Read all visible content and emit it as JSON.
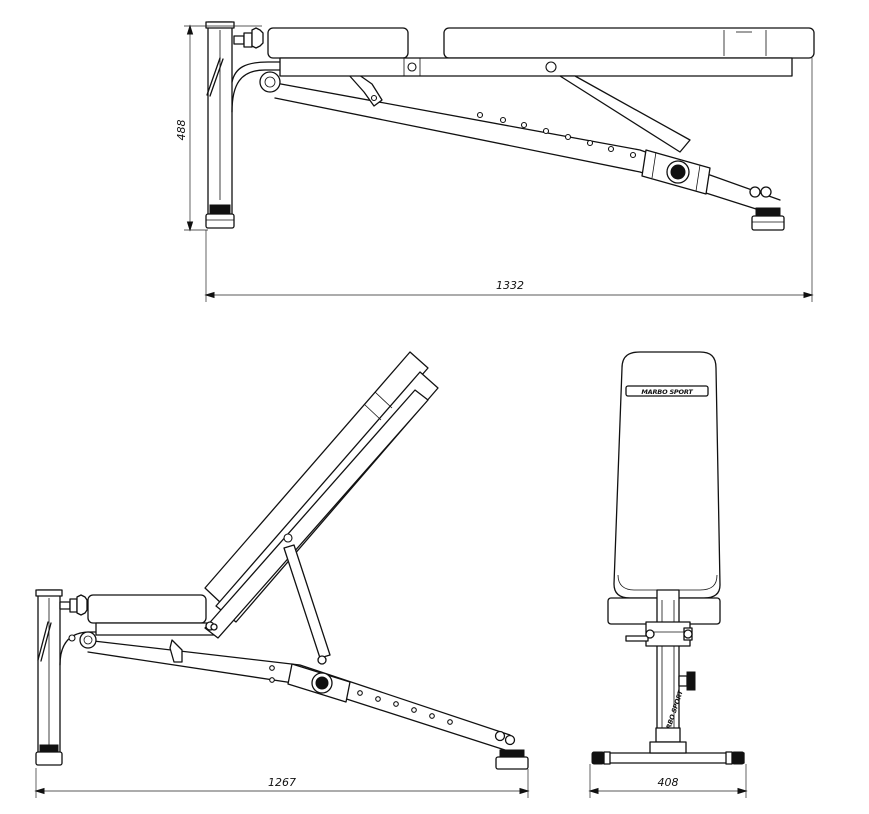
{
  "dimensions": {
    "top_height": "488",
    "top_length": "1332",
    "bottom_length": "1267",
    "front_width": "408"
  },
  "branding": {
    "logo_text": "MARBO SPORT"
  },
  "colors": {
    "line": "#111111",
    "background": "#ffffff"
  }
}
